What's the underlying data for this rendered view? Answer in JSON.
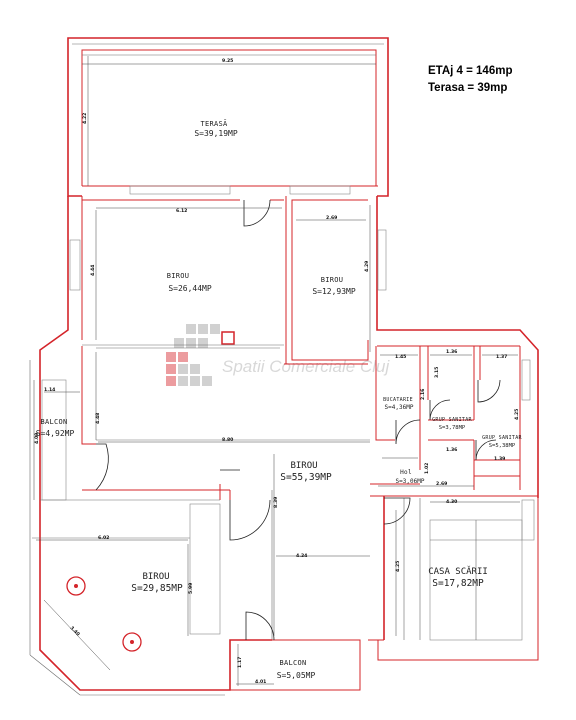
{
  "header": {
    "floor_total": "ETAj 4 = 146mp",
    "terrace_total": "Terasa = 39mp"
  },
  "watermark": {
    "text": "Spatii Comerciale Cluj",
    "colors": [
      "#9a9a9a",
      "#d4242a"
    ]
  },
  "rooms": {
    "terasa": {
      "name": "TERASĂ",
      "area": "S=39,19MP"
    },
    "birou_1": {
      "name": "BIROU",
      "area": "S=26,44MP"
    },
    "birou_2": {
      "name": "BIROU",
      "area": "S=12,93MP"
    },
    "bucatarie": {
      "name": "BUCATARIE",
      "area": "S=4,36MP"
    },
    "grup_sanitar_1": {
      "name": "GRUP SANITAR",
      "area": "S=3,78MP"
    },
    "grup_sanitar_2": {
      "name": "GRUP SANITAR",
      "area": "S=5,38MP"
    },
    "balcon_1": {
      "name": "BALCON",
      "area": "S=4,92MP"
    },
    "birou_main": {
      "name": "BIROU",
      "area": "S=55,39MP"
    },
    "hol": {
      "name": "Hol",
      "area": "S=3,06MP"
    },
    "birou_3": {
      "name": "BIROU",
      "area": "S=29,85MP"
    },
    "casa_scarii": {
      "name": "CASA SCĂRII",
      "area": "S=17,82MP"
    },
    "balcon_2": {
      "name": "BALCON",
      "area": "S=5,05MP"
    }
  },
  "dimensions": {
    "d_925": "9.25",
    "d_422": "4.22",
    "d_612": "6.12",
    "d_269a": "2.69",
    "d_444": "4.44",
    "d_429": "4.29",
    "d_145": "1.45",
    "d_136a": "1.36",
    "d_137": "1.37",
    "d_114": "1.14",
    "d_216": "2.16",
    "d_315": "3.15",
    "d_425a": "4.25",
    "d_136b": "1.36",
    "d_448": "4.48",
    "d_409": "4.09",
    "d_880": "8.80",
    "d_102": "1.02",
    "d_269b": "2.69",
    "d_139": "1.39",
    "d_430": "4.30",
    "d_602": "6.02",
    "d_839": "8.39",
    "d_424": "4.24",
    "d_425b": "4.25",
    "d_599": "5.99",
    "d_340": "3.40",
    "d_117": "1.17",
    "d_401": "4.01"
  },
  "colors": {
    "wall": "#d4242a",
    "line": "#6b6b6b",
    "text": "#222222"
  }
}
